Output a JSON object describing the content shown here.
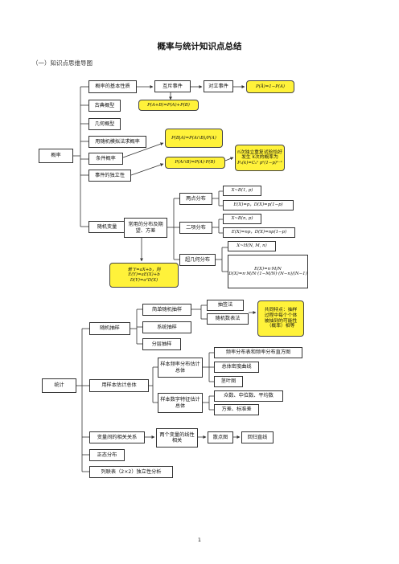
{
  "doc": {
    "title": "概率与统计知识点总结",
    "subtitle": "（一）知识点思维导图",
    "page_number": "1"
  },
  "prob": {
    "root": "概率",
    "basic": "概率的基本性质",
    "mutex": "互斥事件",
    "opposite": "对立事件",
    "f_opposite": "P(Ā)=1−P(A)",
    "f_union": "P(A+B)=P(A)+P(B)",
    "classical": "古典概型",
    "geometric": "几何概型",
    "simulation": "用随机模拟法求概率",
    "conditional": "条件概率",
    "f_conditional": "P(B|A)=P(A∩B)/P(A)",
    "independent": "事件的独立性",
    "f_independent": "P(A∩B)=P(A)·P(B)",
    "bernoulli_1": "n次独立重复试验恰好",
    "bernoulli_2": "发生 k次的概率为",
    "bernoulli_3": "Pₙ(k)=Cₙᵏ pᵏ(1−p)ⁿ⁻ᵏ",
    "random_var": "随机变量",
    "common_dist": "常用的分布及期望、方差",
    "two_point": "两点分布",
    "tp_f1": "X~B(1, p)",
    "tp_f2": "E(X)=p，D(X)=p(1−p)",
    "binomial": "二项分布",
    "bi_f1": "X~B(n, p)",
    "bi_f2": "E(X)=np，D(X)=np(1−p)",
    "hyper": "超几何分布",
    "hy_f1": "X~H(N, M, n)",
    "hy_f2": "E(X)=n·M/N",
    "hy_f3": "D(X)=n·M/N·(1−M/N)·(N−n)/(N−1)",
    "linear_1": "若 Y=aX+b，则",
    "linear_2": "E(Y)=aE(X)+b",
    "linear_3": "D(Y)=a²D(X)"
  },
  "stat": {
    "root": "统计",
    "random_sampling": "随机抽样",
    "simple": "简单随机抽样",
    "lottery": "抽签法",
    "random_table": "随机数表法",
    "systematic": "系统抽样",
    "stratified": "分层抽样",
    "common_1": "共同特点：抽样",
    "common_2": "过程中每个个体",
    "common_3": "被抽到的可能性",
    "common_4": "（概率）相等",
    "estimate": "用样本估计总体",
    "freq_est": "样本频率分布估计总体",
    "freq_table": "频率分布表和频率分布直方图",
    "density": "总体密度曲线",
    "stem": "茎叶图",
    "num_est": "样本数字特征估计总体",
    "central": "众数、中位数、平均数",
    "variance": "方差、标准差",
    "correlation": "变量间的相关关系",
    "two_var": "两个变量的线性相关",
    "scatter": "散点图",
    "regression": "回归直线",
    "normal": "正态分布",
    "contingency": "列联表（2×2）独立性分析"
  }
}
